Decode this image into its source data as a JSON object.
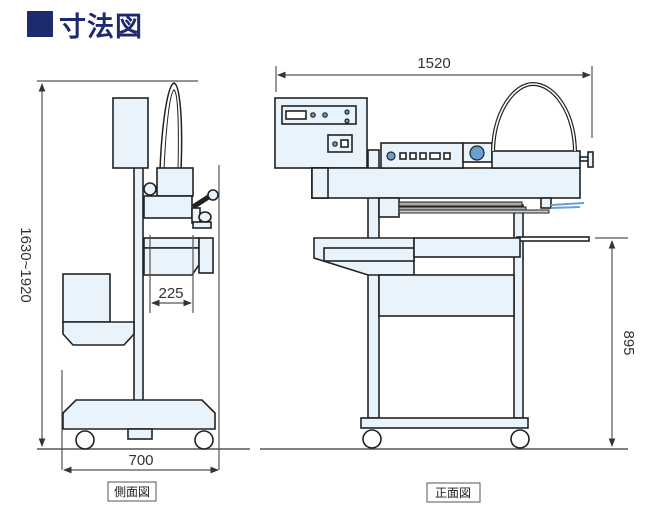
{
  "title": "寸法図",
  "colors": {
    "title": "#1e2a6e",
    "fill": "#e8f3fb",
    "button": "#6a9fd4",
    "line": "#222222"
  },
  "side_view": {
    "caption": "側面図",
    "dims": {
      "height": "1630~1920",
      "width": "700",
      "tray_depth": "225"
    }
  },
  "front_view": {
    "caption": "正面図",
    "dims": {
      "width": "1520",
      "table_height": "895"
    }
  }
}
